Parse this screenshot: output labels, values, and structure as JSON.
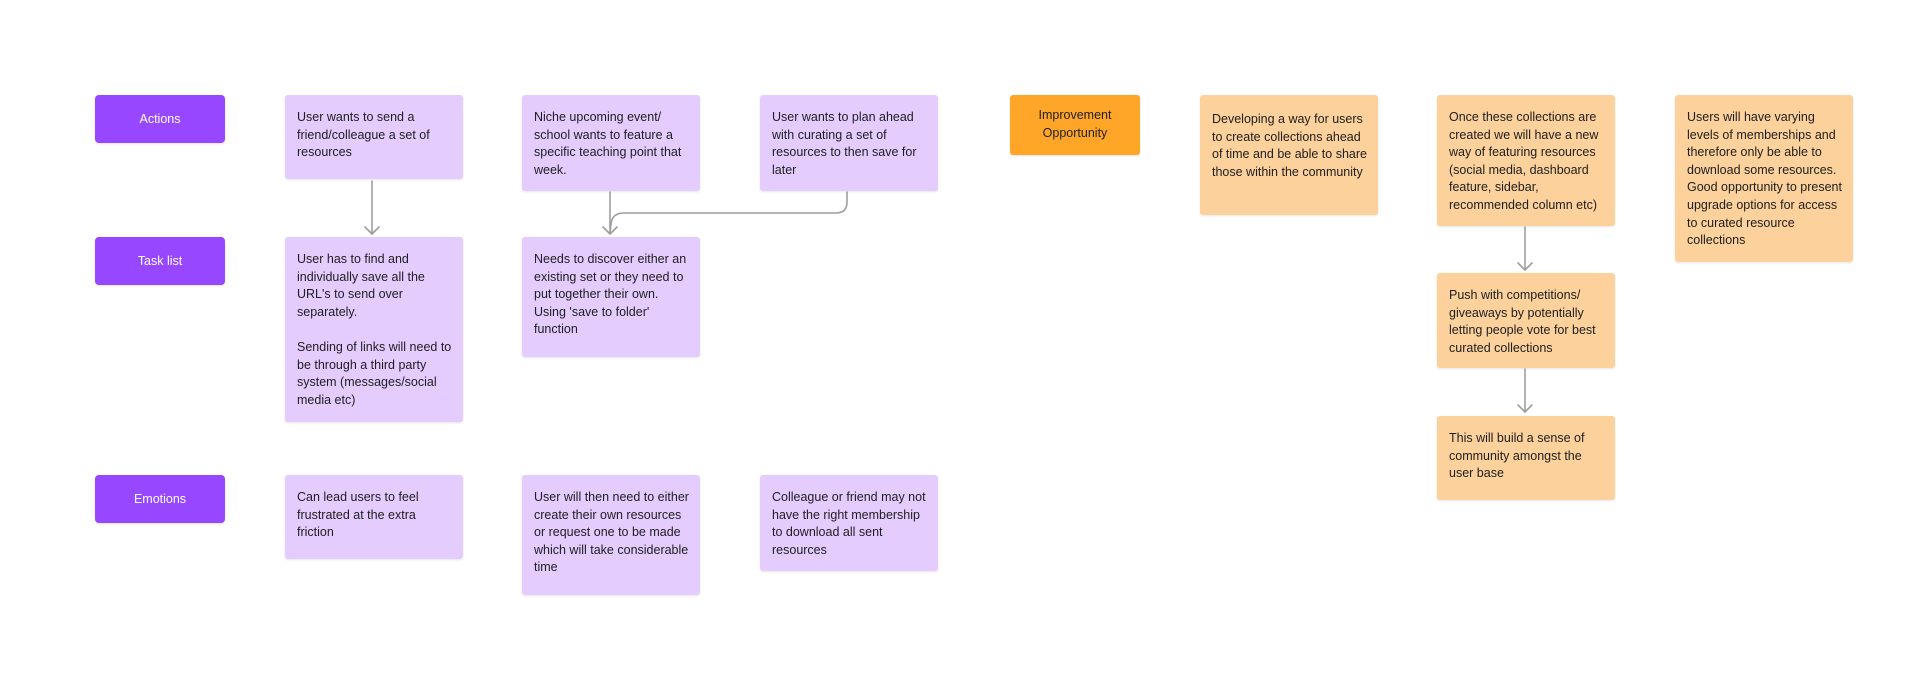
{
  "row_labels": {
    "actions": "Actions",
    "task_list": "Task list",
    "emotions": "Emotions"
  },
  "improvement_label": "Improvement\nOpportunity",
  "actions": {
    "a1": "User wants to send a friend/colleague a set of resources",
    "a2": "Niche upcoming event/ school wants to feature a specific teaching point that week.",
    "a3": "User wants to plan ahead with curating a set of resources to then save for later"
  },
  "tasks": {
    "t1": "User has to find and individually save all the URL's to send over separately.\n\nSending of links will need to be through a third party system (messages/social media etc)",
    "t2": "Needs to discover either an existing set or they need to put together their own. Using 'save to folder' function"
  },
  "emotions": {
    "e1": "Can lead users to feel frustrated at the extra friction",
    "e2": "User will then need to either create their own resources or request one to be made which will take considerable time",
    "e3": "Colleague or friend may not have the right membership to download all sent resources"
  },
  "opportunities": {
    "o1": "Developing a way for users to create collections ahead of time and be able to share those within the community",
    "o2": "Once these collections are created we will have a new way of featuring resources (social media, dashboard feature, sidebar, recommended column etc)",
    "o3": "Push with competitions/ giveaways by potentially letting people vote for best curated collections",
    "o4": "This will build a sense of community amongst the user base",
    "o5": "Users will have varying levels of memberships and therefore only be able to download some resources. Good opportunity to present upgrade options for access to curated resource collections"
  },
  "colors": {
    "label": "#9747ff",
    "sticky_purple": "#e4ccff",
    "sticky_peach": "#fcd19c",
    "improvement": "#ffa629",
    "connector": "#9e9e9e"
  }
}
